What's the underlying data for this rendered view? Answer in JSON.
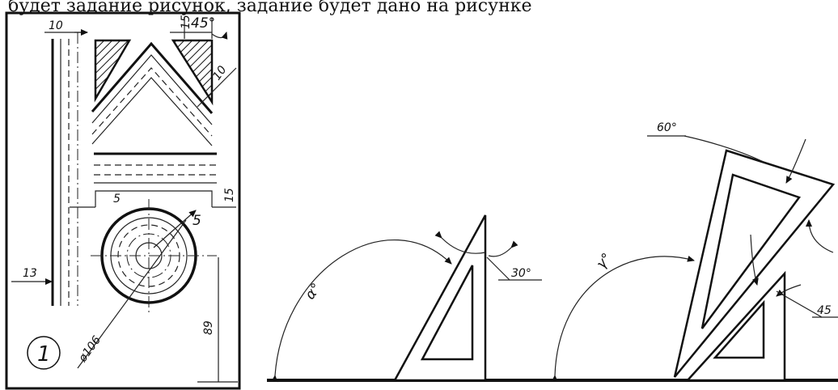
{
  "header": {
    "caption_fragment": "будет задание рисунок, задание будет дано на рисунке"
  },
  "sheet_left": {
    "number": "1",
    "dims": {
      "d10_top": "10",
      "d15_top": "15",
      "angle45": "45°",
      "d10_diag": "10",
      "d5_mid": "5",
      "d15_mid": "15",
      "d5_circle": "5",
      "d13": "13",
      "d106": "ø106",
      "d89": "89"
    }
  },
  "tri1": {
    "alpha": "α°",
    "angle30": "30°"
  },
  "tri2": {
    "gamma": "γ°",
    "angle60": "60°",
    "angle45": "45"
  }
}
